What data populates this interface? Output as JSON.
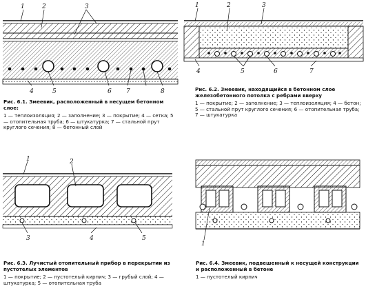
{
  "figures": [
    {
      "id": "fig-6-1",
      "callouts": [
        "1",
        "2",
        "3",
        "4",
        "5",
        "6",
        "7",
        "8"
      ],
      "caption_title": "Рис. 6.1. Змеевик, расположенный в несущем бетонном слое:",
      "caption_legend": "1 — теплоизоляция; 2 — заполнение; 3 — покрытие; 4 — сетка; 5 — отопительная труба; 6 — штукатурка; 7 — стальной прут круглого сечения; 8 — бетонный слой"
    },
    {
      "id": "fig-6-2",
      "callouts": [
        "1",
        "2",
        "3",
        "4",
        "5",
        "6",
        "7"
      ],
      "caption_title": "Рис. 6.2. Змеевик, находящийся в бетонном слое железобетонного потолка с ребрами вверху",
      "caption_legend": "1 — покрытие; 2 — заполнение; 3 — теплоизоляция; 4 — бетон; 5 — стальной прут круглого сечения; 6 — отопительная труба; 7 — штукатурка"
    },
    {
      "id": "fig-6-3",
      "callouts": [
        "1",
        "2",
        "3",
        "4",
        "5"
      ],
      "caption_title": "Рис. 6.3. Лучистый отопительный прибор в перекрытии из пустотелых элементов",
      "caption_legend": "1 — покрытие; 2 — пустотелый кирпич; 3 — грубый слой; 4 — штукатурка; 5 — отопительная труба"
    },
    {
      "id": "fig-6-4",
      "callouts": [
        "1"
      ],
      "caption_title": "Рис. 6.4. Змеевик, подвешенный к несущей конструкции и расположенный в бетоне",
      "caption_legend": "1 — пустотелый кирпич"
    }
  ]
}
